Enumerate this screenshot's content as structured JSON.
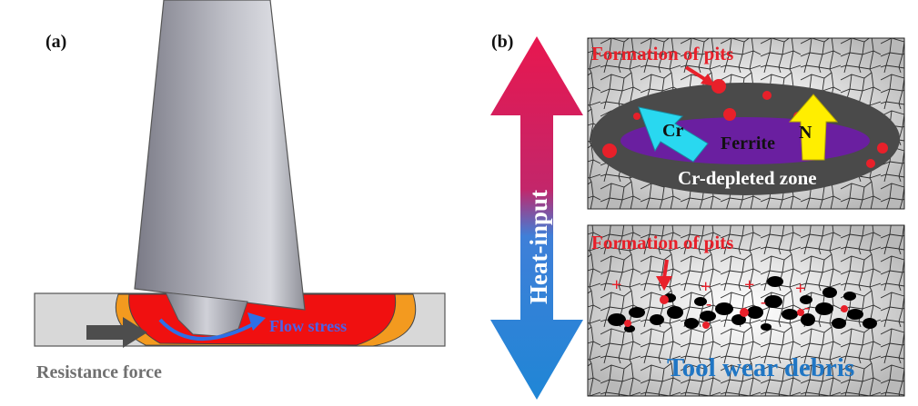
{
  "panel_a": {
    "label": "(a)",
    "flow_stress": "Flow stress",
    "resistance_force": "Resistance force"
  },
  "panel_b": {
    "label": "(b)",
    "heat_input": "Heat-input",
    "top": {
      "pits_label": "Formation of pits",
      "cr": "Cr",
      "n": "N",
      "ferrite": "Ferrite",
      "zone": "Cr-depleted zone"
    },
    "bottom": {
      "pits_label": "Formation of pits",
      "plus": "+",
      "minus": "-",
      "debris": "Tool wear debris"
    }
  },
  "colors": {
    "red_accent": "#e8202a",
    "blue_accent": "#1f86d6",
    "hot_pink": "#e8174f",
    "purple": "#6a1fa0",
    "dark_zone": "#4a4a4a",
    "cyan": "#29d8f0",
    "yellow": "#ffee00"
  }
}
